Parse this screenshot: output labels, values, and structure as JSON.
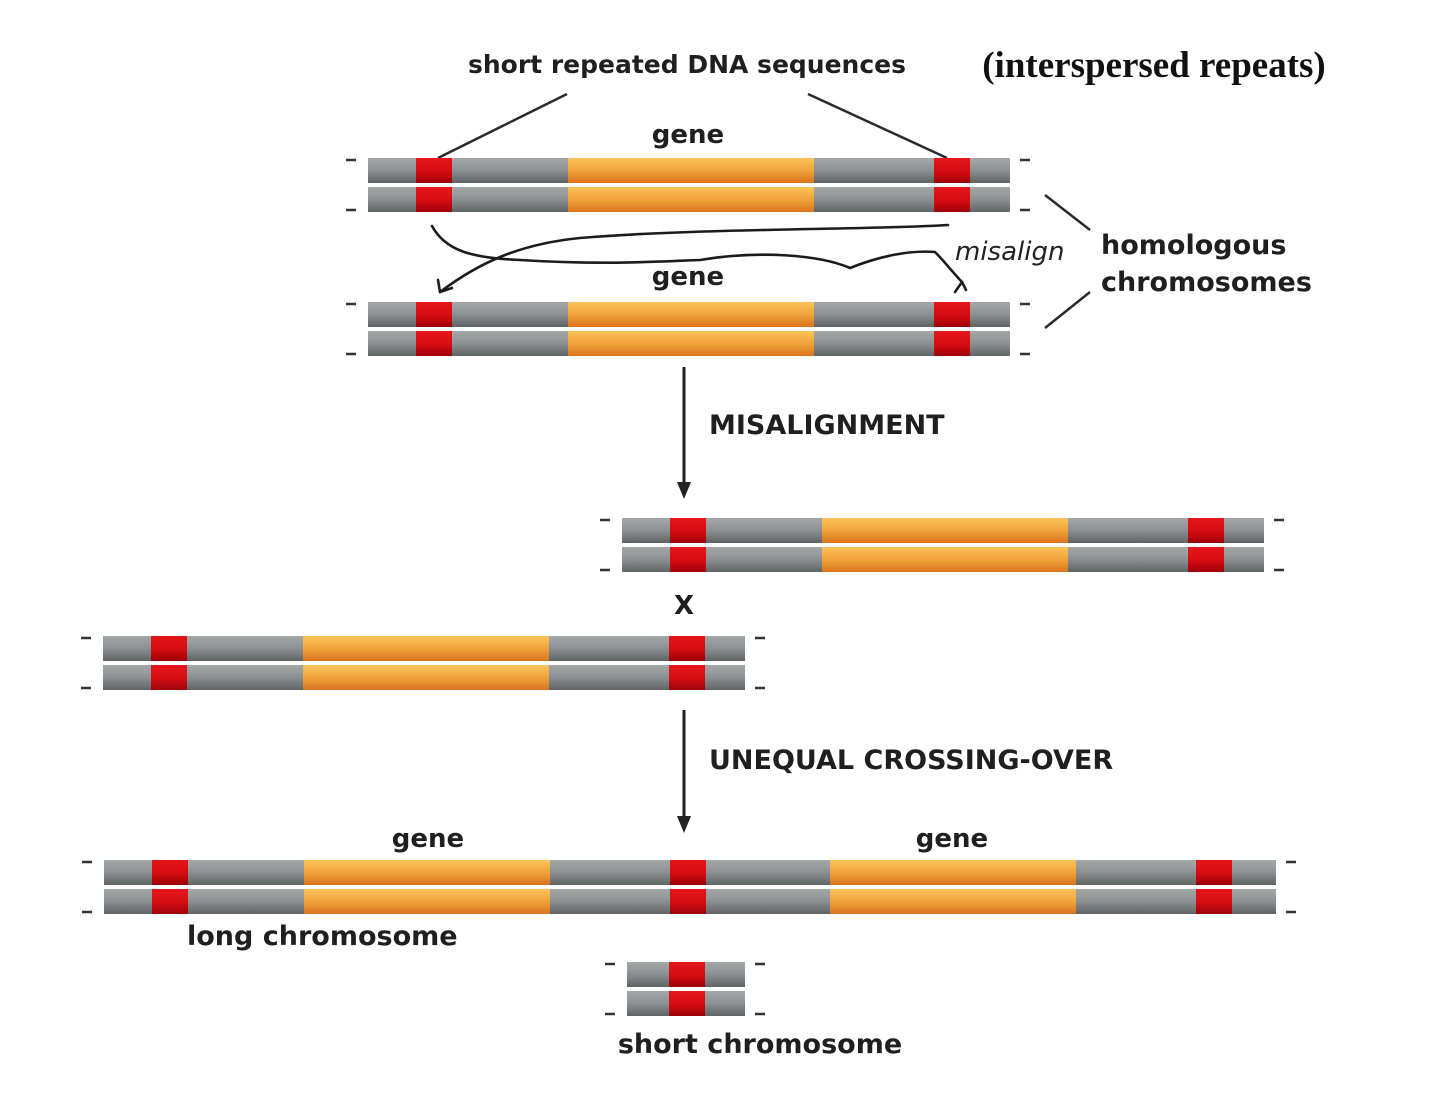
{
  "labels": {
    "repeats_title": "short repeated DNA sequences",
    "repeats_note": "(interspersed repeats)",
    "gene": "gene",
    "homologous": "homologous",
    "chromosomes": "chromosomes",
    "handwritten_note": "misalign",
    "step1": "MISALIGNMENT",
    "crossover_mark": "X",
    "step2": "UNEQUAL CROSSING-OVER",
    "long_chromosome": "long chromosome",
    "short_chromosome": "short chromosome"
  },
  "colors": {
    "chromatid_gray": "#8c9091",
    "chromatid_gray_dark": "#5e6364",
    "repeat_red": "#d40d12",
    "repeat_red_dark": "#9c0008",
    "gene_orange": "#f0a33a",
    "gene_orange_dark": "#d9731f",
    "text": "#1f1f1f",
    "arrow": "#222222"
  },
  "chromosome_structure": {
    "standard": [
      "gray",
      "repeat",
      "gray",
      "gene",
      "gray",
      "repeat",
      "gray"
    ],
    "long": [
      "gray",
      "repeat",
      "gray",
      "gene",
      "gray",
      "repeat",
      "gray",
      "gene",
      "gray",
      "repeat",
      "gray"
    ],
    "short": [
      "gray",
      "repeat",
      "gray"
    ]
  }
}
